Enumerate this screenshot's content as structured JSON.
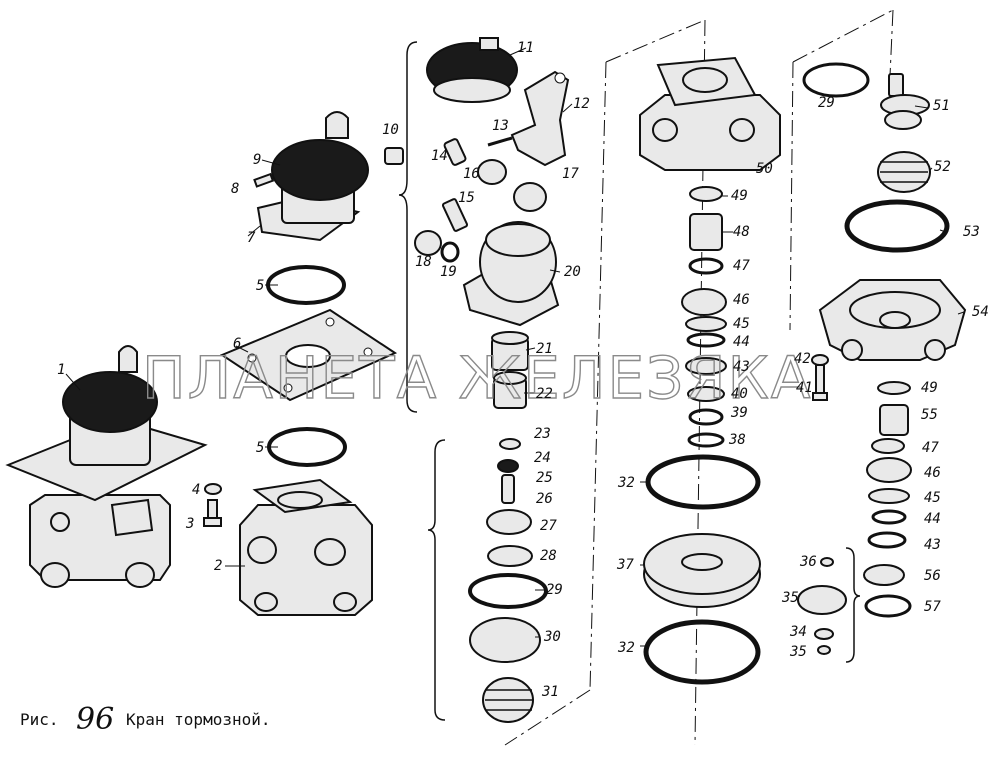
{
  "caption": {
    "prefix": "Рис.",
    "number": "96",
    "title": "Кран тормозной."
  },
  "watermark": "ПЛАНЕТА ЖЕЛЕЗЯКА",
  "part_numbers": {
    "p1": "1",
    "p2": "2",
    "p3": "3",
    "p4": "4",
    "p5a": "5",
    "p5b": "5",
    "p6": "6",
    "p7": "7",
    "p8": "8",
    "p9": "9",
    "p10": "10",
    "p11": "11",
    "p12": "12",
    "p13": "13",
    "p14": "14",
    "p15": "15",
    "p16": "16",
    "p17": "17",
    "p18": "18",
    "p19": "19",
    "p20": "20",
    "p21": "21",
    "p22": "22",
    "p23": "23",
    "p24": "24",
    "p25": "25",
    "p26": "26",
    "p27": "27",
    "p28": "28",
    "p29a": "29",
    "p30": "30",
    "p31": "31",
    "p32a": "32",
    "p32b": "32",
    "p37": "37",
    "p38": "38",
    "p39": "39",
    "p40": "40",
    "p43a": "43",
    "p44a": "44",
    "p45a": "45",
    "p46a": "46",
    "p47a": "47",
    "p48": "48",
    "p49a": "49",
    "p50": "50",
    "p29b": "29",
    "p51": "51",
    "p52": "52",
    "p53": "53",
    "p54": "54",
    "p42": "42",
    "p41": "41",
    "p49b": "49",
    "p55": "55",
    "p47b": "47",
    "p46b": "46",
    "p45b": "45",
    "p44b": "44",
    "p43b": "43",
    "p56": "56",
    "p57": "57",
    "p36": "36",
    "p35a": "35",
    "p34": "34",
    "p35b": "35"
  }
}
